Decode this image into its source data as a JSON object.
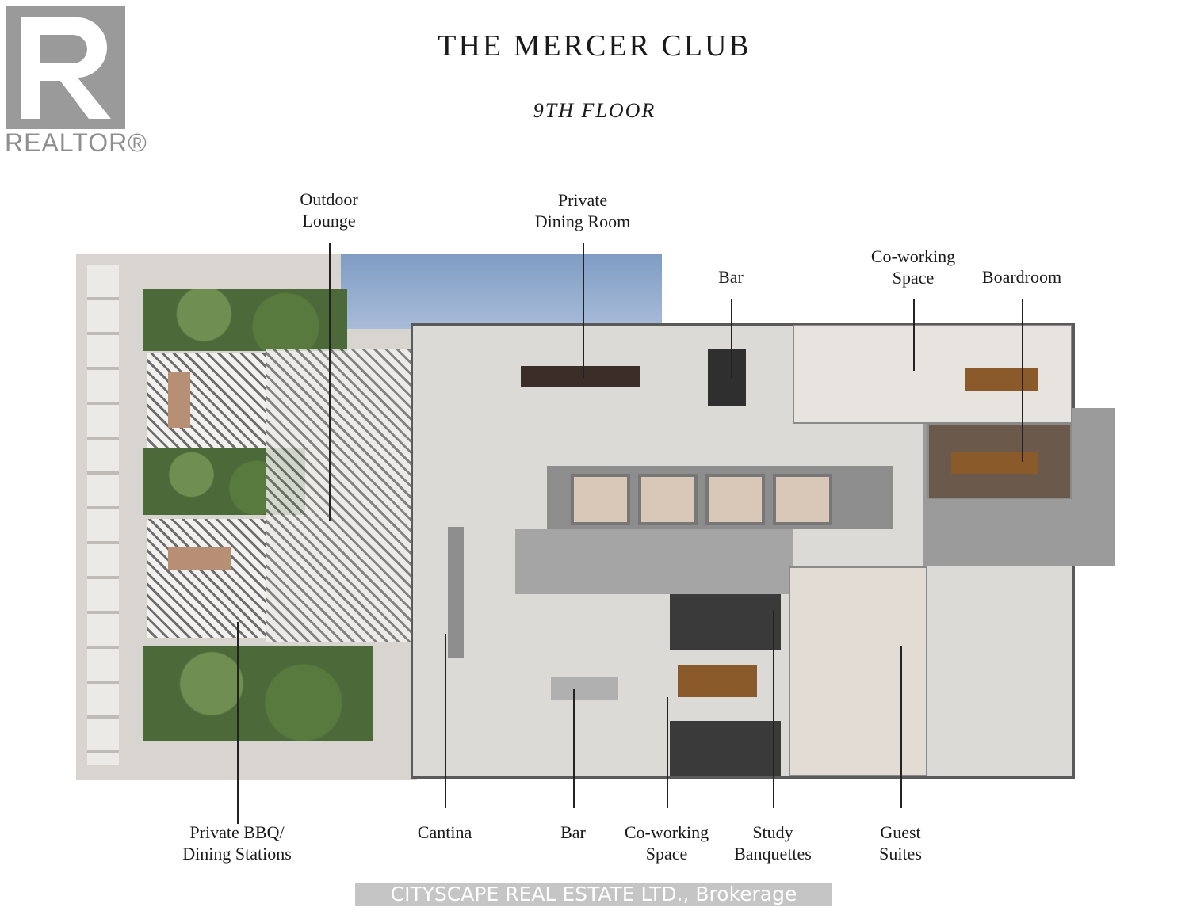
{
  "header": {
    "title": "THE MERCER CLUB",
    "floor": "9TH FLOOR"
  },
  "logo": {
    "text": "REALTOR®"
  },
  "labels_top": [
    {
      "line1": "Outdoor",
      "line2": "Lounge"
    },
    {
      "line1": "Private",
      "line2": "Dining Room"
    },
    {
      "line1": "Bar",
      "line2": ""
    },
    {
      "line1": "Co-working",
      "line2": "Space"
    },
    {
      "line1": "Boardroom",
      "line2": ""
    }
  ],
  "labels_bottom": [
    {
      "line1": "Private BBQ/",
      "line2": "Dining Stations"
    },
    {
      "line1": "Cantina",
      "line2": ""
    },
    {
      "line1": "Bar",
      "line2": ""
    },
    {
      "line1": "Co-working",
      "line2": "Space"
    },
    {
      "line1": "Study",
      "line2": "Banquettes"
    },
    {
      "line1": "Guest",
      "line2": "Suites"
    }
  ],
  "watermark": "CITYSCAPE REAL ESTATE LTD., Brokerage"
}
